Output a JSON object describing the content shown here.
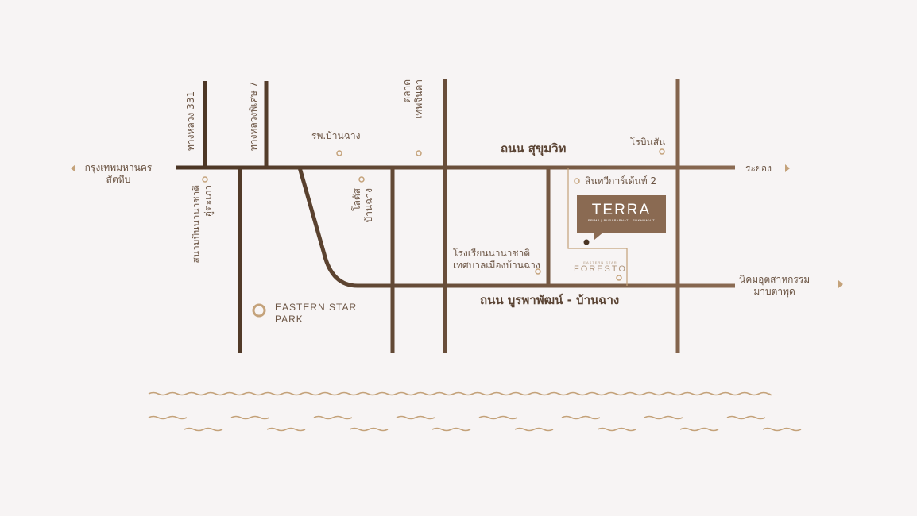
{
  "colors": {
    "background": "#f7f4f4",
    "road_dark": "#4a3423",
    "road_light": "#8a6a52",
    "accent_gold": "#c4a27a",
    "text": "#6b5443"
  },
  "roads": {
    "sukhumvit": "ถนน สุขุมวิท",
    "burapaphat": "ถนน บูรพาพัฒน์ - บ้านฉาง",
    "highway_331": "ทางหลวง 331",
    "special_highway_7": "ทางหลวงพิเศษ 7"
  },
  "directions": {
    "west_line1": "กรุงเทพมหานคร",
    "west_line2": "สัตหีบ",
    "east": "ระยอง",
    "southeast_line1": "นิคมอุตสาหกรรม",
    "southeast_line2": "มาบตาพุด"
  },
  "landmarks": {
    "hospital": "รพ.บ้านฉาง",
    "market_line1": "ตลาด",
    "market_line2": "เทพจินดา",
    "robinson": "โรบินสัน",
    "sinthavee": "สินทวีการ์เด้นท์ 2",
    "lotus_line1": "โลตัส",
    "lotus_line2": "บ้านฉาง",
    "airport_line1": "สนามบินนานาชาติ",
    "airport_line2": "อู่ตะเภา",
    "school_line1": "โรงเรียนนานาชาติ",
    "school_line2": "เทศบาลเมืองบ้านฉาง",
    "eastern_star_line1": "EASTERN STAR",
    "eastern_star_line2": "PARK"
  },
  "project": {
    "name": "TERRA",
    "subtitle": "PRIMA | BURAPAPHAT - SUKHUMVIT"
  },
  "nearby_project": {
    "brand": "EASTERN STAR",
    "name": "FORESTO"
  }
}
